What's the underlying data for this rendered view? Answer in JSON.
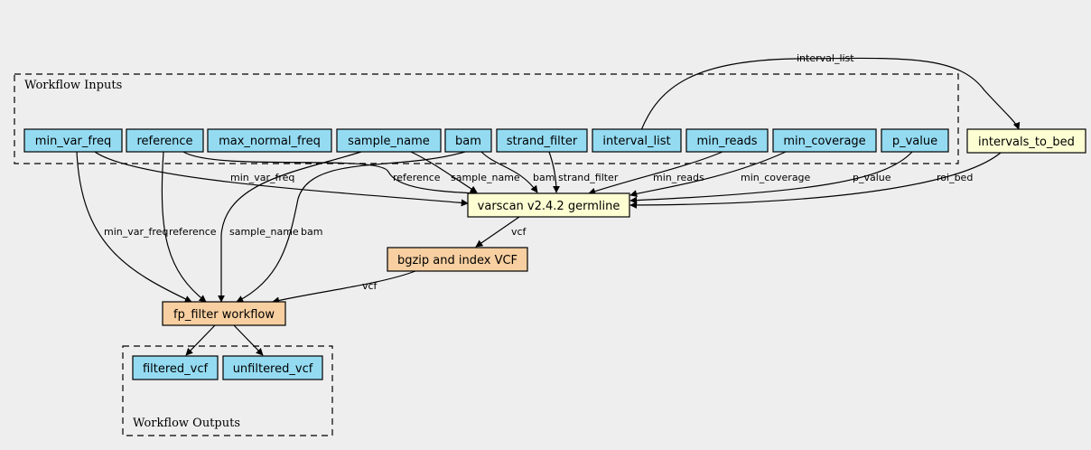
{
  "colors": {
    "background": "#eeeeee",
    "input_node": "#94dbf2",
    "step_node": "#fefed3",
    "subworkflow_node": "#f7cfa1",
    "output_node": "#94dbf2"
  },
  "clusters": {
    "inputs": "Workflow Inputs",
    "outputs": "Workflow Outputs"
  },
  "nodes": {
    "min_var_freq": "min_var_freq",
    "reference": "reference",
    "max_normal_freq": "max_normal_freq",
    "sample_name": "sample_name",
    "bam": "bam",
    "strand_filter": "strand_filter",
    "interval_list": "interval_list",
    "min_reads": "min_reads",
    "min_coverage": "min_coverage",
    "p_value": "p_value",
    "intervals_to_bed": "intervals_to_bed",
    "varscan": "varscan v2.4.2 germline",
    "bgzip": "bgzip and index VCF",
    "fp_filter": "fp_filter workflow",
    "filtered_vcf": "filtered_vcf",
    "unfiltered_vcf": "unfiltered_vcf"
  },
  "edges": {
    "interval_list_to_bed": "interval_list",
    "min_var_freq_to_varscan": "min_var_freq",
    "reference_to_varscan": "reference",
    "sample_name_to_varscan": "sample_name",
    "bam_to_varscan": "bam",
    "strand_filter_to_varscan": "strand_filter",
    "min_reads_to_varscan": "min_reads",
    "min_coverage_to_varscan": "min_coverage",
    "p_value_to_varscan": "p_value",
    "roi_bed_to_varscan": "roi_bed",
    "varscan_to_bgzip": "vcf",
    "bgzip_to_fp": "vcf",
    "min_var_freq_to_fp": "min_var_freq",
    "reference_to_fp": "reference",
    "sample_name_to_fp": "sample_name",
    "bam_to_fp": "bam"
  }
}
